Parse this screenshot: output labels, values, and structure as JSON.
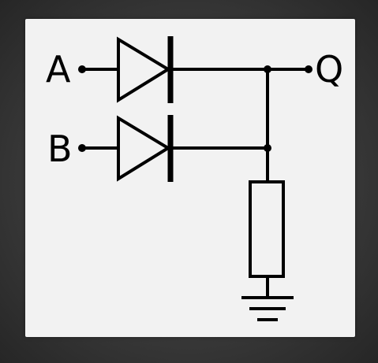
{
  "labels": {
    "input_a": "A",
    "input_b": "B",
    "output_q": "Q"
  },
  "colors": {
    "background": "#333333",
    "panel": "#f2f2f2",
    "ink": "#000000"
  }
}
